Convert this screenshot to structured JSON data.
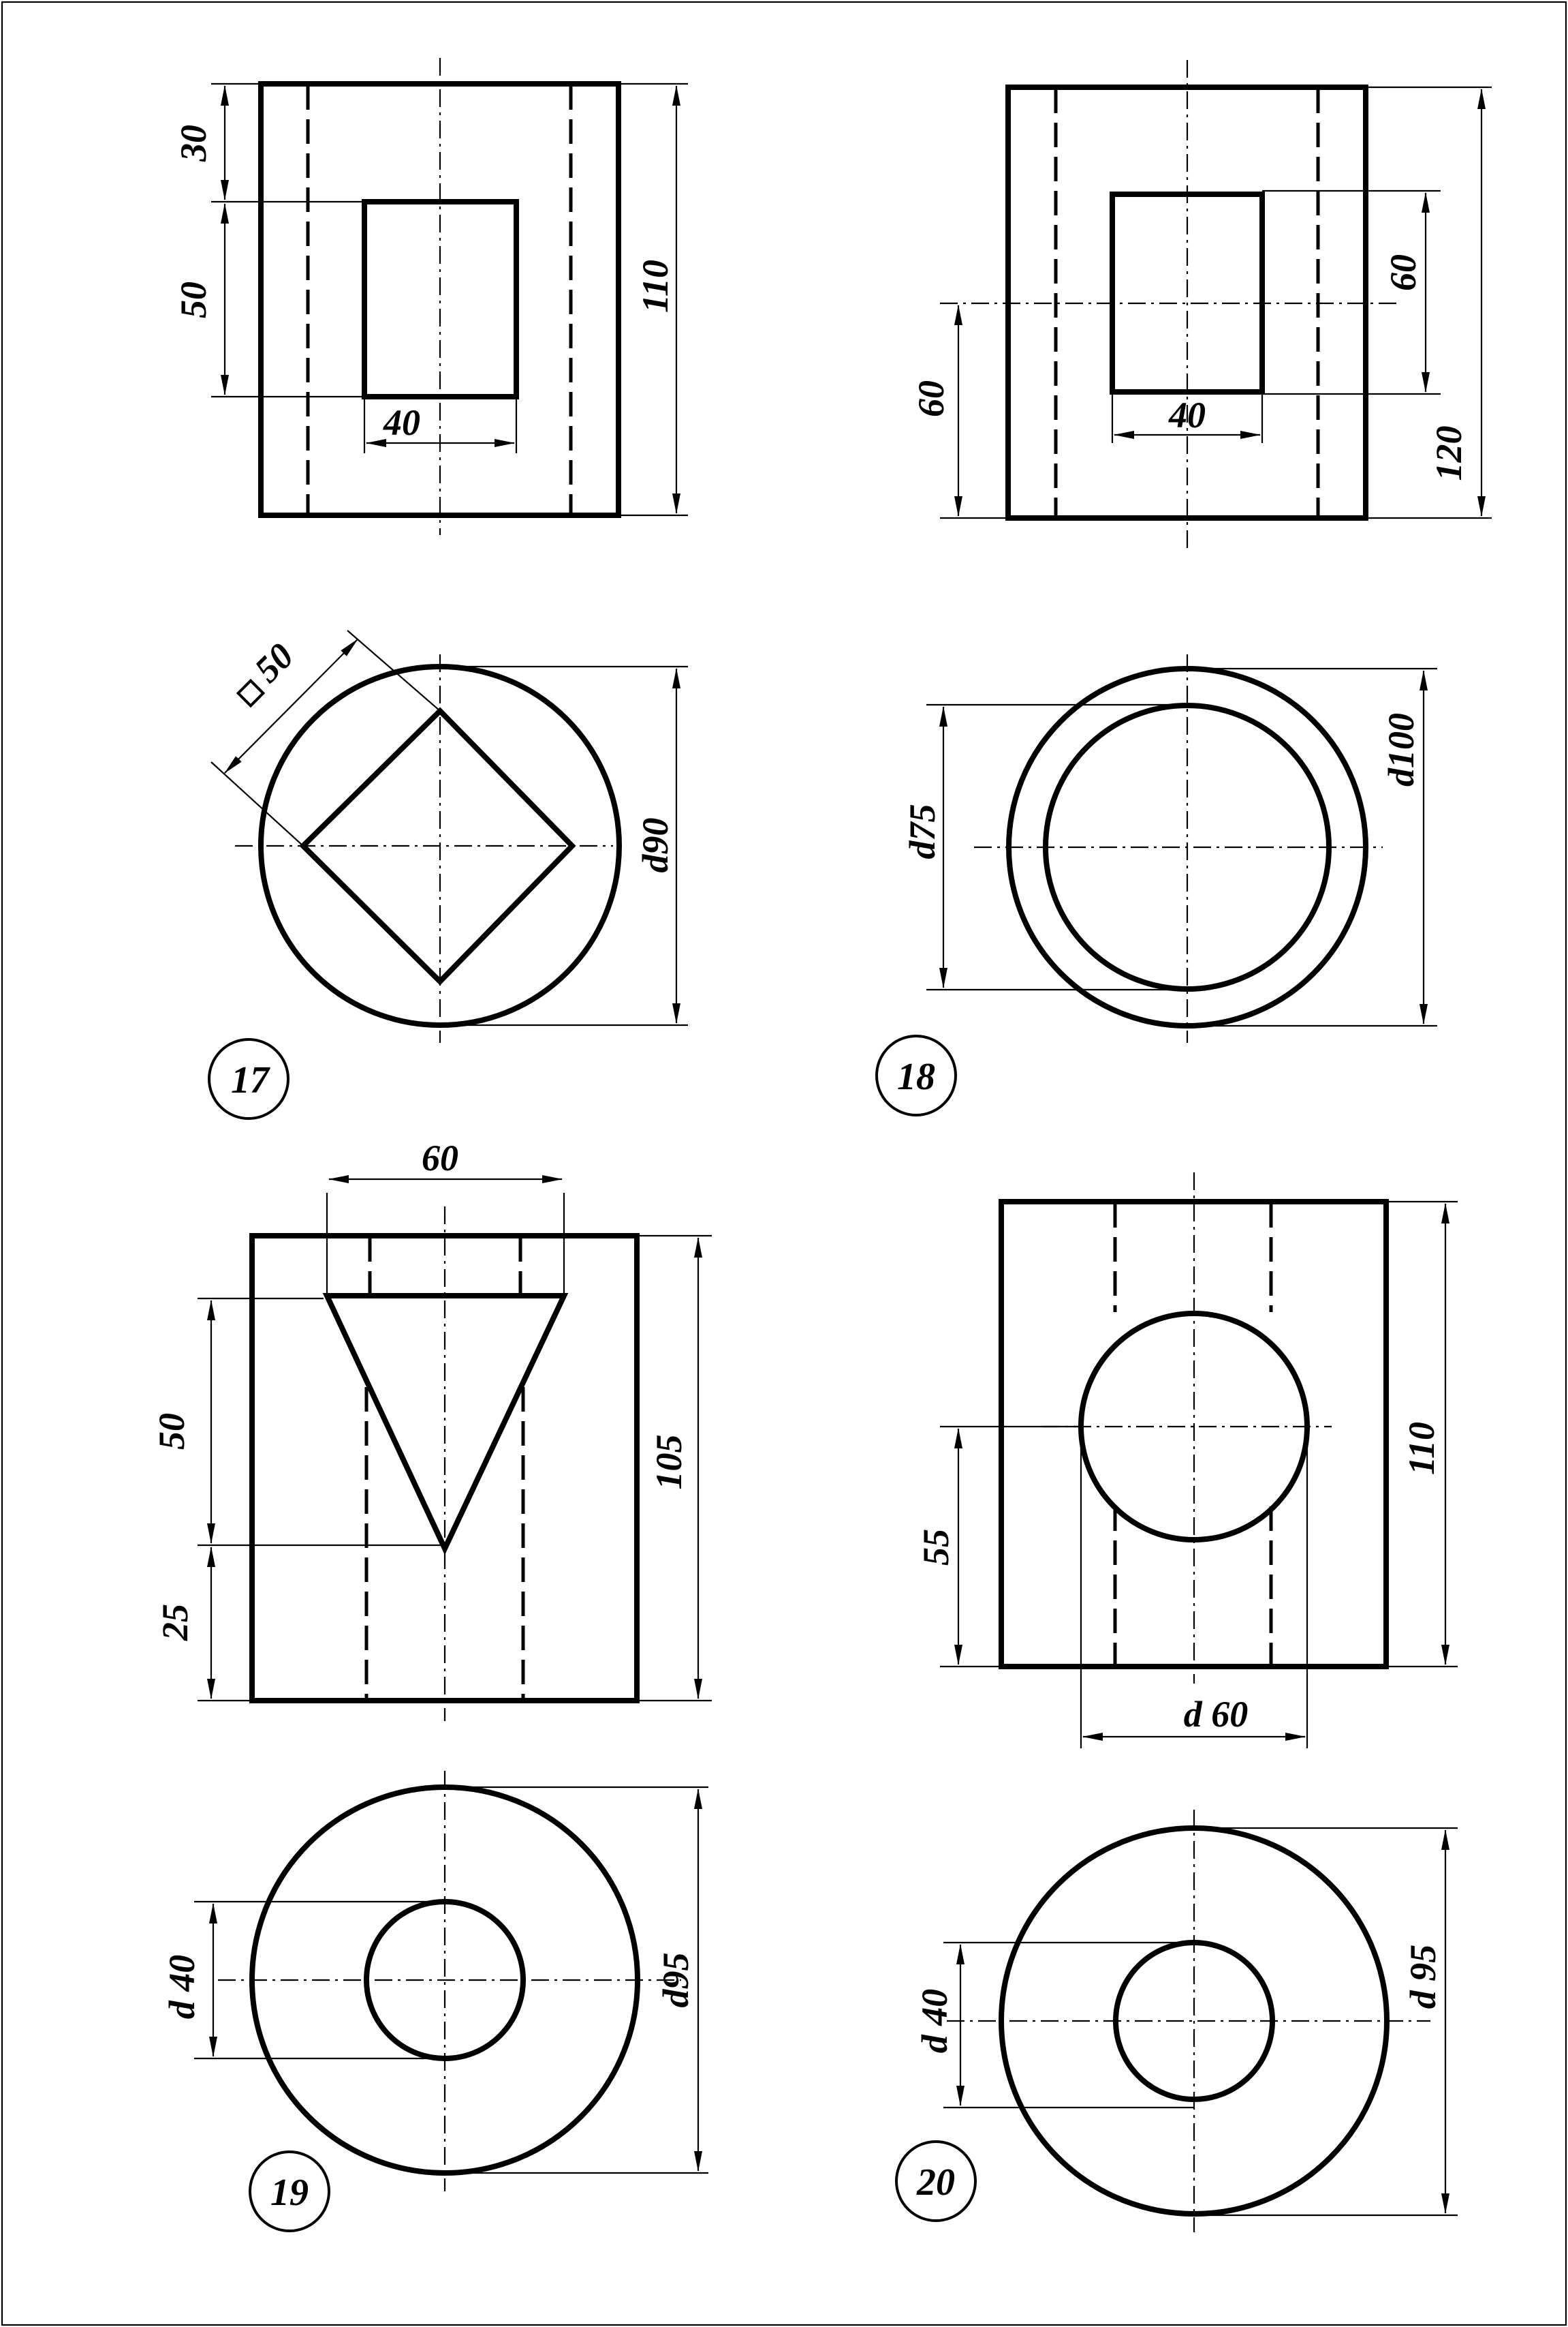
{
  "figures": {
    "fig17": {
      "number": "17",
      "front": {
        "dim_top": "30",
        "dim_mid": "50",
        "dim_width": "40",
        "dim_height": "110"
      },
      "top": {
        "dim_square": "50",
        "dim_diameter": "d90"
      }
    },
    "fig18": {
      "number": "18",
      "front": {
        "dim_hole_height": "60",
        "dim_width": "40",
        "dim_bottom": "60",
        "dim_height": "120"
      },
      "top": {
        "dim_inner": "d75",
        "dim_outer": "d100"
      }
    },
    "fig19": {
      "number": "19",
      "front": {
        "dim_width": "60",
        "dim_upper": "50",
        "dim_lower": "25",
        "dim_height": "105"
      },
      "top": {
        "dim_inner": "d 40",
        "dim_outer": "d95"
      }
    },
    "fig20": {
      "number": "20",
      "front": {
        "dim_center": "55",
        "dim_height": "110",
        "dim_hole": "d 60"
      },
      "top": {
        "dim_inner": "d 40",
        "dim_outer": "d 95"
      }
    }
  }
}
